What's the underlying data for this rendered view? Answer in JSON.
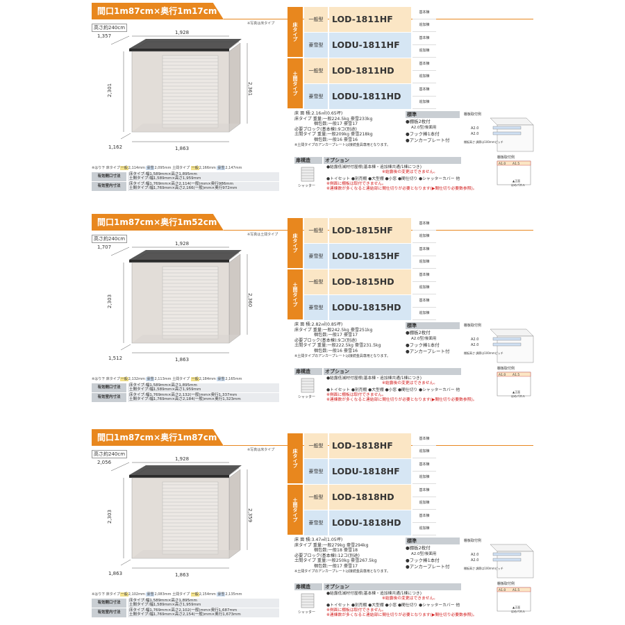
{
  "sections": [
    {
      "banner": "間口1m87cm×奥行1m17cm",
      "photo_note": "※写真は床タイプ",
      "height": "高さ約240cm",
      "dims": {
        "depth": "1,357",
        "width_top": "1,928",
        "h_left": "2,301",
        "h_right": "2,361",
        "depth_bottom": "1,162",
        "width_bottom": "1,863"
      },
      "beam": {
        "a": "※はり下 床タイプ",
        "b": "一般",
        "c": "2,114mm",
        "d": "豪雪",
        "e": "2,095mm 土間タイプ",
        "f": "一般",
        "g": "2,166mm",
        "h": "豪雪",
        "i": "2,147mm"
      },
      "opening": {
        "label": "有効開口寸法",
        "l1": "床タイプ:幅1,589mm×高さ1,895mm",
        "l2": "土間タイプ:幅1,589mm×高さ1,959mm"
      },
      "interior": {
        "label": "有効室内寸法",
        "l1": "床タイプ:幅1,769mm×高さ2,114(一般)mm×奥行986mm",
        "l2": "土間タイプ:幅1,769mm×高さ2,166(一般)mm×奥行972mm"
      },
      "models": [
        {
          "kind": "一般型",
          "code": "LOD-1811HF"
        },
        {
          "kind": "豪雪型",
          "code": "LODU-1811HF"
        },
        {
          "kind": "一般型",
          "code": "LOD-1811HD"
        },
        {
          "kind": "豪雪型",
          "code": "LODU-1811HD"
        }
      ],
      "specs": [
        "床 面 積:2.16㎡(0.65坪)",
        "床タイプ 重量:一般224.5kg 豪雪233kg",
        "梱包数:一般17 豪雪17",
        "必要ブロック(基本棟):9コ(別途)",
        "土間タイプ 重量:一般209kg 豪雪218kg",
        "梱包数:一般16 豪雪16",
        "※土間タイプのアンカープレートは接続金具専用となります。"
      ]
    },
    {
      "banner": "間口1m87cm×奥行1m52cm",
      "photo_note": "※写真は土間タイプ",
      "height": "高さ約240cm",
      "dims": {
        "depth": "1,707",
        "width_top": "1,928",
        "h_left": "2,303",
        "h_right": "2,360",
        "depth_bottom": "1,512",
        "width_bottom": "1,863"
      },
      "beam": {
        "a": "※はり下 床タイプ",
        "b": "一般",
        "c": "2,132mm",
        "d": "豪雪",
        "e": "2,113mm 土間タイプ",
        "f": "一般",
        "g": "2,184mm",
        "h": "豪雪",
        "i": "2,165mm"
      },
      "opening": {
        "label": "有効開口寸法",
        "l1": "床タイプ:幅1,589mm×高さ1,895mm",
        "l2": "土間タイプ:幅1,589mm×高さ1,959mm"
      },
      "interior": {
        "label": "有効室内寸法",
        "l1": "床タイプ:幅1,769mm×高さ2,132(一般)mm×奥行1,337mm",
        "l2": "土間タイプ:幅1,769mm×高さ2,184(一般)mm×奥行1,323mm"
      },
      "models": [
        {
          "kind": "一般型",
          "code": "LOD-1815HF"
        },
        {
          "kind": "豪雪型",
          "code": "LODU-1815HF"
        },
        {
          "kind": "一般型",
          "code": "LOD-1815HD"
        },
        {
          "kind": "豪雪型",
          "code": "LODU-1815HD"
        }
      ],
      "specs": [
        "床 面 積:2.82㎡(0.85坪)",
        "床タイプ 重量:一般242.5kg 豪雪251kg",
        "梱包数:一般17 豪雪17",
        "必要ブロック(基本棟):9コ(別途)",
        "土間タイプ 重量:一般222.5kg 豪雪231.5kg",
        "梱包数:一般16 豪雪16",
        "※土間タイプのアンカープレートは接続金具専用となります。"
      ]
    },
    {
      "banner": "間口1m87cm×奥行1m87cm",
      "photo_note": "※写真は床タイプ",
      "height": "高さ約240cm",
      "dims": {
        "depth": "2,056",
        "width_top": "1,928",
        "h_left": "2,303",
        "h_right": "2,359",
        "depth_bottom": "1,863",
        "width_bottom": "1,863"
      },
      "beam": {
        "a": "※はり下 床タイプ",
        "b": "一般",
        "c": "2,102mm",
        "d": "豪雪",
        "e": "2,083mm 土間タイプ",
        "f": "一般",
        "g": "2,154mm",
        "h": "豪雪",
        "i": "2,135mm"
      },
      "opening": {
        "label": "有効開口寸法",
        "l1": "床タイプ:幅1,589mm×高さ1,895mm",
        "l2": "土間タイプ:幅1,589mm×高さ1,959mm"
      },
      "interior": {
        "label": "有効室内寸法",
        "l1": "床タイプ:幅1,769mm×高さ2,102(一般)mm×奥行1,687mm",
        "l2": "土間タイプ:幅1,769mm×高さ2,154(一般)mm×奥行1,673mm"
      },
      "models": [
        {
          "kind": "一般型",
          "code": "LOD-1818HF"
        },
        {
          "kind": "豪雪型",
          "code": "LODU-1818HF"
        },
        {
          "kind": "一般型",
          "code": "LOD-1818HD"
        },
        {
          "kind": "豪雪型",
          "code": "LODU-1818HD"
        }
      ],
      "specs": [
        "床 面 積:3.47㎡(1.05坪)",
        "床タイプ 重量:一般279kg 豪雪294kg",
        "梱包数:一般18 豪雪18",
        "必要ブロック(基本棟):12コ(別途)",
        "土間タイプ 重量:一般250kg 豪雪267.5kg",
        "梱包数:一般17 豪雪17",
        "※土間タイプのアンカープレートは接続金具専用となります。"
      ]
    }
  ],
  "common": {
    "tag_floor": "床タイプ",
    "tag_doma": "土間タイプ",
    "btn_base": "基本棟",
    "btn_add": "追加棟",
    "std_title": "標準",
    "std_shelf": "●棚板2枚付",
    "std_a2": "A2.0型/後面用",
    "std_hook": "●フック棒1本付",
    "std_anchor": "●アンカープレート付",
    "shelf_title": "棚板取付例",
    "shelf_a2": "A2.0",
    "shelf_note": "棚板高さ 調節は100mmピッチ",
    "door_label": "扉構造",
    "option_label": "オプション",
    "shutter": "シャッター",
    "opt1": "●結露低減材付屋根(基本棟・追加棟共通/1棟につき)",
    "opt1_note": "※結露後の変更はできません。",
    "opt2": "●トイセット ●別売棚 ●大型棚 ●小窓 ●間仕切り ●シャッターカバー 他",
    "opt2_note1": "※側面に棚板は取付できません。",
    "opt2_note2": "※連棟数が多くなると連結部に間仕切りが必要となります(▶間仕切り必要数参照)。",
    "anchor_title": "棚板取付例",
    "anchor_a": "A1.0",
    "anchor_b": "A1.5",
    "anchor_front": "▲正面",
    "anchor_back": "はめパネル"
  },
  "colors": {
    "orange": "#e8871e",
    "ippan": "#fbe6c5",
    "gousetsu": "#d6e6f4",
    "label": "#c9ced3"
  }
}
